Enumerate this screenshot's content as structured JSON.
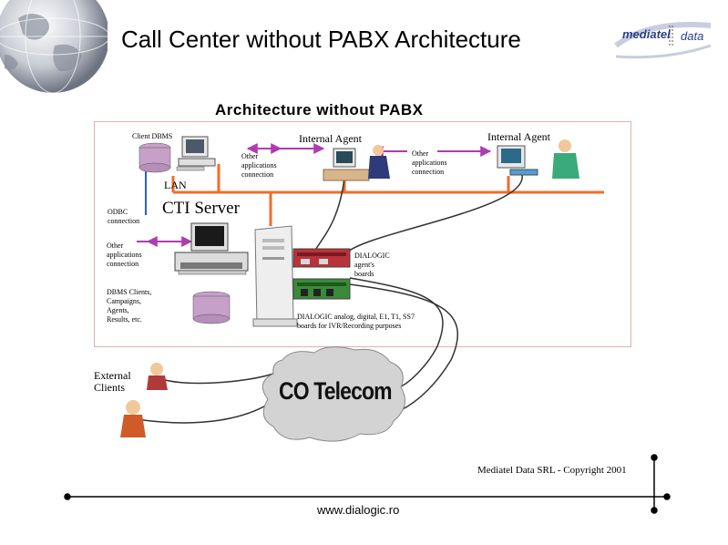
{
  "slide": {
    "title": "Call Center without PABX Architecture",
    "logo": {
      "part1": "mediatel",
      "part2": "data"
    },
    "copyright": "Mediatel Data SRL - Copyright 2001",
    "website": "www.dialogic.ro"
  },
  "diagram": {
    "title": "Architecture without PABX",
    "labels": {
      "client_dbms": "Client DBMS",
      "lan": "LAN",
      "other_apps_1": [
        "Other",
        "applications",
        "connection"
      ],
      "other_apps_2": [
        "Other",
        "applications",
        "connection"
      ],
      "other_apps_3": [
        "Other",
        "applications",
        "connection"
      ],
      "internal_agent_1": "Internal Agent",
      "internal_agent_2": "Internal Agent",
      "odbc": [
        "ODBC",
        "connection"
      ],
      "cti_server": "CTI Server",
      "dialogic_agents": [
        "DIALOGIC",
        "agent's",
        "boards"
      ],
      "dialogic_ivr": [
        "DIALOGIC analog, digital, E1, T1, SS7",
        "boards for IVR/Recording purposes"
      ],
      "dbms_clients": [
        "DBMS Clients,",
        "Campaigns,",
        "Agents,",
        "Results, etc."
      ],
      "external_clients": [
        "External",
        "Clients"
      ],
      "co_telecom": "CO Telecom"
    },
    "icons": [
      "globe-icon",
      "computer-icon",
      "database-icon",
      "server-tower-icon",
      "board-icon",
      "cloud-icon",
      "phone-person-icon"
    ]
  }
}
